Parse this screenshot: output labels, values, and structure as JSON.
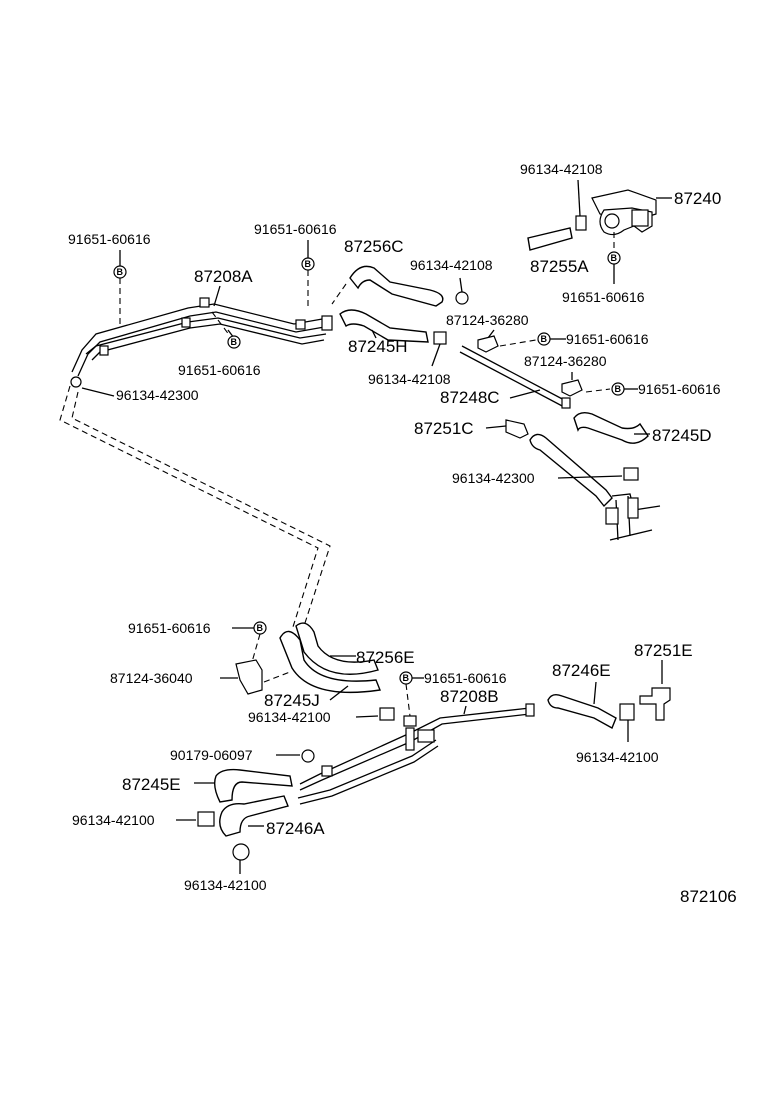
{
  "diagram": {
    "ref_code": "872106",
    "bolt_mark": "B",
    "labels": {
      "p87240": "87240",
      "p96134_42108_top": "96134-42108",
      "p87255A": "87255A",
      "p91651_60616_r1": "91651-60616",
      "p91651_60616_tl": "91651-60616",
      "p91651_60616_tm": "91651-60616",
      "p87256C": "87256C",
      "p96134_42108_mid": "96134-42108",
      "p87208A": "87208A",
      "p87124_36280_a": "87124-36280",
      "p91651_60616_r2": "91651-60616",
      "p87124_36280_b": "87124-36280",
      "p87245H": "87245H",
      "p91651_60616_mid": "91651-60616",
      "p96134_42108_low": "96134-42108",
      "p91651_60616_r3": "91651-60616",
      "p87248C": "87248C",
      "p96134_42300_l": "96134-42300",
      "p87251C": "87251C",
      "p87245D": "87245D",
      "p96134_42300_r": "96134-42300",
      "p91651_60616_bl": "91651-60616",
      "p87256E": "87256E",
      "p87251E": "87251E",
      "p87246E": "87246E",
      "p87124_36040": "87124-36040",
      "p91651_60616_bm": "91651-60616",
      "p87208B": "87208B",
      "p87245J": "87245J",
      "p96134_42100_a": "96134-42100",
      "p96134_42100_r": "96134-42100",
      "p90179_06097": "90179-06097",
      "p87245E": "87245E",
      "p96134_42100_b": "96134-42100",
      "p87246A": "87246A",
      "p96134_42100_c": "96134-42100"
    }
  }
}
